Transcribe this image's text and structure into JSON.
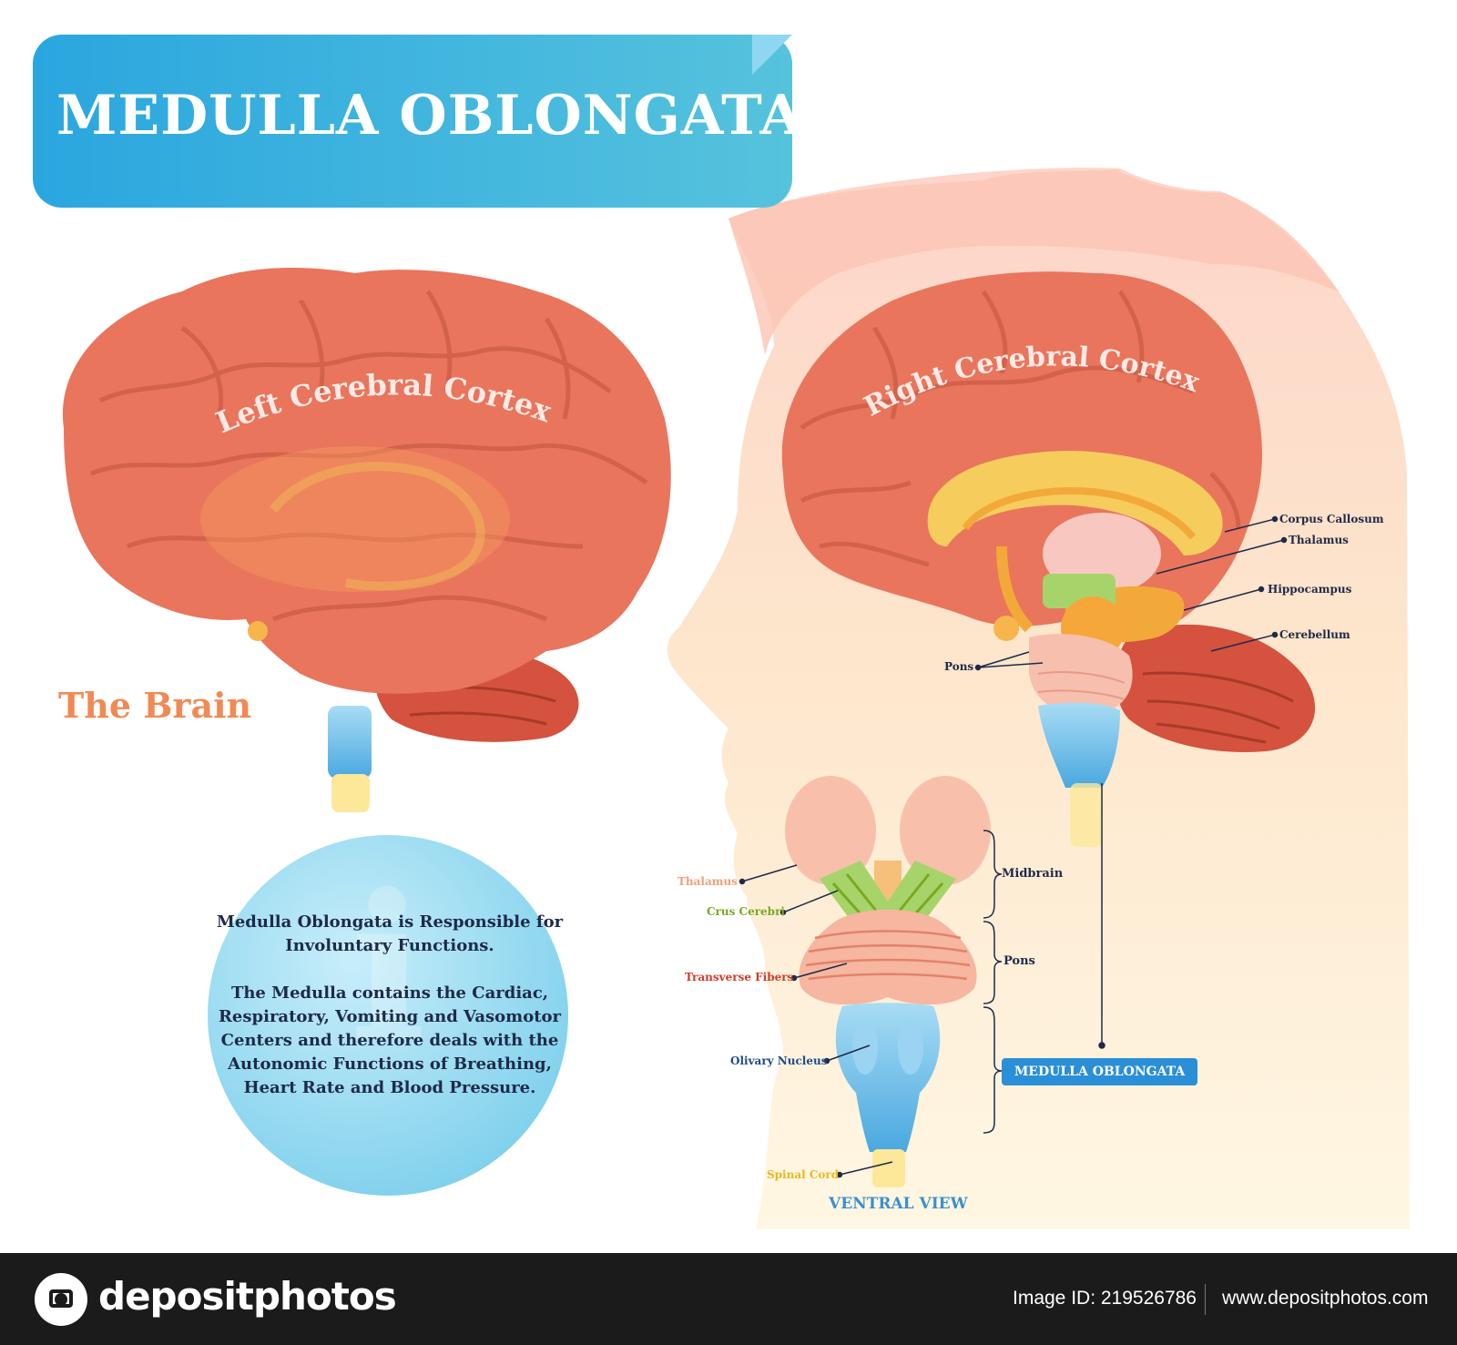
{
  "title": "MEDULLA OBLONGATA",
  "left_brain": {
    "cortex_label": "Left Cerebral Cortex",
    "caption": "The Brain"
  },
  "info": {
    "paragraph_1": "Medulla Oblongata is Responsible for Involuntary Functions.",
    "paragraph_2": "The Medulla contains the Cardiac, Respiratory, Vomiting and Vasomotor Centers and therefore deals with the Autonomic Functions of Breathing, Heart Rate and Blood Pressure."
  },
  "right_brain": {
    "cortex_label": "Right Cerebral Cortex",
    "labels": {
      "corpus_callosum": "Corpus Callosum",
      "thalamus": "Thalamus",
      "hippocampus": "Hippocampus",
      "cerebellum": "Cerebellum",
      "pons": "Pons"
    }
  },
  "ventral": {
    "caption": "VENTRAL VIEW",
    "labels": {
      "thalamus": "Thalamus",
      "crus_cerebri": "Crus Cerebri",
      "transverse_fibers": "Transverse Fibers",
      "olivary_nucleus": "Olivary Nucleus",
      "spinal_cord": "Spinal Cord"
    },
    "brackets": {
      "midbrain": "Midbrain",
      "pons": "Pons",
      "medulla": "MEDULLA OBLONGATA"
    }
  },
  "footer": {
    "logo_text": "depositphotos",
    "image_id": "Image ID: 219526786",
    "site": "www.depositphotos.com"
  },
  "colors": {
    "title_banner": "#2aa6df",
    "brain": "#e9755c",
    "cerebellum": "#d4523e",
    "medulla": "#7cc8ec",
    "spinal_cord": "#fde89a",
    "label_thalamus": "#f0a07a",
    "label_crus": "#7aa820",
    "label_fibers": "#d23a2a",
    "label_olivary": "#1e4a8a",
    "label_spinal": "#e8b820",
    "ventral_caption": "#3a8fd0"
  }
}
